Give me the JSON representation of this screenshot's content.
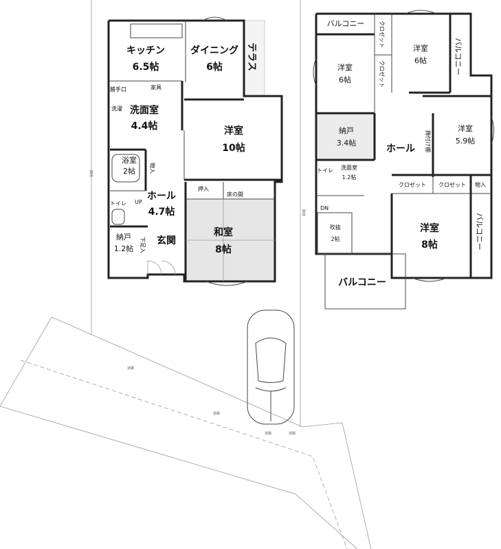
{
  "floor1": {
    "rooms": [
      {
        "name": "キッチン",
        "size": "6.5帖"
      },
      {
        "name": "ダイニング",
        "size": "6帖"
      },
      {
        "name": "洗面室",
        "size": "4.4帖"
      },
      {
        "name": "洋室",
        "size": "10帖"
      },
      {
        "name": "浴室",
        "size": "2帖"
      },
      {
        "name": "ホール",
        "size": "4.7帖"
      },
      {
        "name": "和室",
        "size": "8帖"
      },
      {
        "name": "納戸",
        "size": "1.2帖"
      }
    ],
    "labels": {
      "terrace": "テラス",
      "back_door": "勝手口",
      "furniture": "家具",
      "laundry": "洗濯",
      "storage": "物入",
      "toilet": "トイレ",
      "up": "UP",
      "oshiire": "押入",
      "tokonoma": "床の間",
      "shoe_storage": "下足入",
      "entrance": "玄関"
    }
  },
  "floor2": {
    "rooms": [
      {
        "name": "洋室",
        "size": "6帖"
      },
      {
        "name": "洋室",
        "size": "6帖"
      },
      {
        "name": "納戸",
        "size": "3.4帖"
      },
      {
        "name": "洋室",
        "size": "5.9帖"
      },
      {
        "name": "洗面室",
        "size": "1.2帖"
      },
      {
        "name": "吹抜",
        "size": "2帖"
      },
      {
        "name": "洋室",
        "size": "8帖"
      }
    ],
    "labels": {
      "balcony": "バルコニー",
      "closet": "クロゼット",
      "hall": "ホール",
      "shelf": "飾付け棚",
      "toilet": "トイレ",
      "storage": "物入",
      "dn": "DN"
    }
  },
  "site": {
    "road": "道路",
    "neighbor": "隣地"
  }
}
